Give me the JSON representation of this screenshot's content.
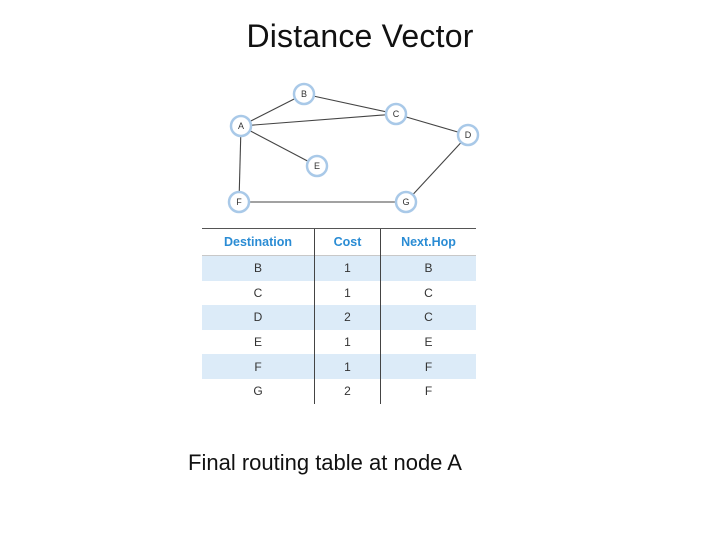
{
  "title": "Distance Vector",
  "caption": "Final routing table at node A",
  "graph": {
    "nodes": [
      {
        "id": "A",
        "label": "A"
      },
      {
        "id": "B",
        "label": "B"
      },
      {
        "id": "C",
        "label": "C"
      },
      {
        "id": "D",
        "label": "D"
      },
      {
        "id": "E",
        "label": "E"
      },
      {
        "id": "F",
        "label": "F"
      },
      {
        "id": "G",
        "label": "G"
      }
    ],
    "edges": [
      [
        "A",
        "B"
      ],
      [
        "A",
        "C"
      ],
      [
        "A",
        "E"
      ],
      [
        "A",
        "F"
      ],
      [
        "B",
        "C"
      ],
      [
        "C",
        "D"
      ],
      [
        "D",
        "G"
      ],
      [
        "F",
        "G"
      ]
    ]
  },
  "routing_table": {
    "headers": [
      "Destination",
      "Cost",
      "Next.Hop"
    ],
    "rows": [
      [
        "B",
        "1",
        "B"
      ],
      [
        "C",
        "1",
        "C"
      ],
      [
        "D",
        "2",
        "C"
      ],
      [
        "E",
        "1",
        "E"
      ],
      [
        "F",
        "1",
        "F"
      ],
      [
        "G",
        "2",
        "F"
      ]
    ]
  },
  "colors": {
    "header_text": "#2a8cd4",
    "row_shade": "#dcebf8",
    "node_ring": "#a9c9e8"
  }
}
